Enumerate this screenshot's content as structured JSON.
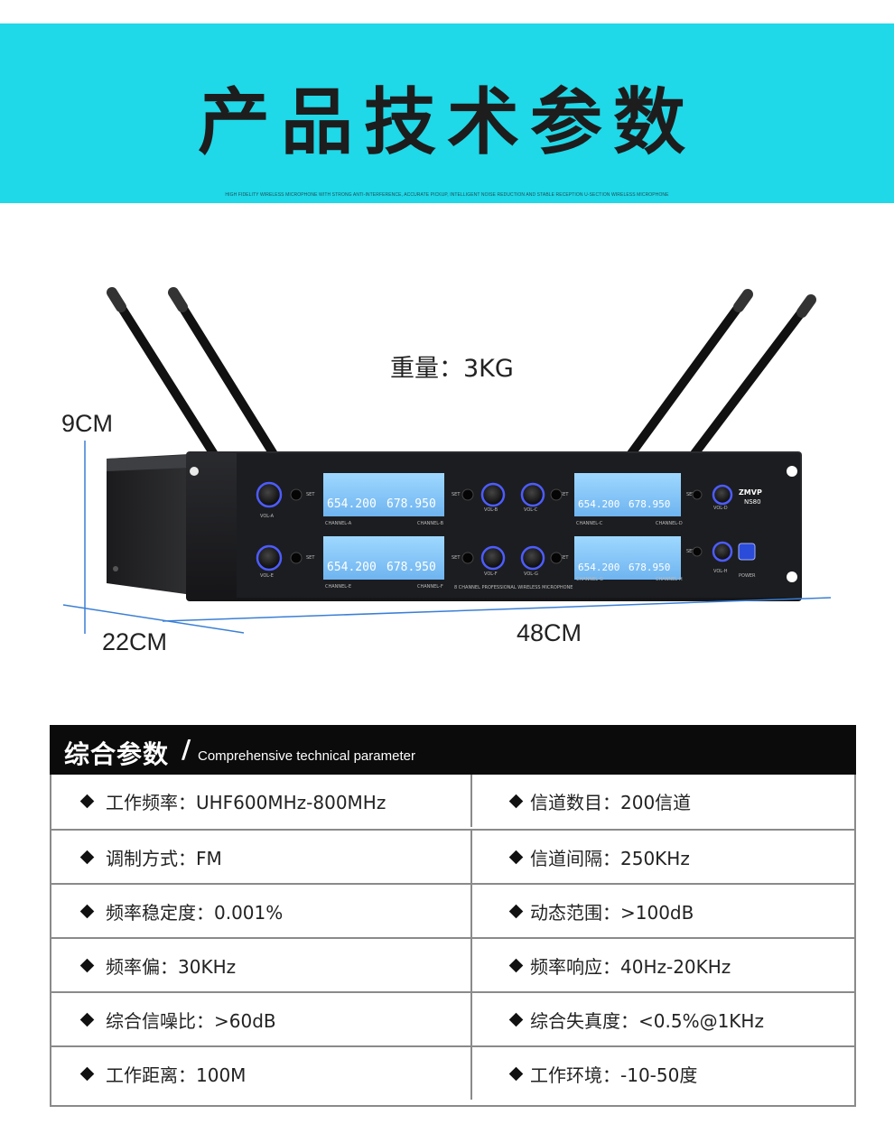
{
  "header": {
    "title": "产品技术参数",
    "subtitle": "HIGH FIDELITY WIRELESS MICROPHONE WITH STRONG ANTI-INTERFERENCE, ACCURATE PICKUP, INTELLIGENT NOISE REDUCTION AND STABLE RECEPTION U-SECTION WIRELESS MICROPHONE",
    "bg_color": "#1fd8e8"
  },
  "product": {
    "weight": "重量：3KG",
    "height": "9CM",
    "depth": "22CM",
    "width": "48CM",
    "brand": "ZMVP",
    "model": "NS80",
    "panel_text": "8 CHANNEL PROFESSIONAL  WIRELESS  MICROPHONE",
    "power_label": "POWER",
    "set_label": "SET",
    "lcd_freq_a": "654.200",
    "lcd_freq_b": "678.950",
    "channels": [
      "CHANNEL-A",
      "CHANNEL-B",
      "CHANNEL-C",
      "CHANNEL-D",
      "CHANNEL-E",
      "CHANNEL-F",
      "CHANNEL-G",
      "CHANNEL-H"
    ],
    "vol_labels": [
      "VOL-A",
      "VOL-B",
      "VOL-C",
      "VOL-D",
      "VOL-E",
      "VOL-F",
      "VOL-G",
      "VOL-H"
    ]
  },
  "spec": {
    "title_cn": "综合参数",
    "title_en": "Comprehensive technical parameter",
    "rows": [
      {
        "left": "工作频率：UHF600MHz-800MHz",
        "right": "信道数目：200信道"
      },
      {
        "left": "调制方式：FM",
        "right": "信道间隔：250KHz"
      },
      {
        "left": "频率稳定度：0.001%",
        "right": "动态范围：>100dB"
      },
      {
        "left": "频率偏：30KHz",
        "right": "频率响应：40Hz-20KHz"
      },
      {
        "left": "综合信噪比：>60dB",
        "right": "综合失真度：<0.5%@1KHz"
      },
      {
        "left": "工作距离：100M",
        "right": "工作环境：-10-50度"
      }
    ]
  }
}
